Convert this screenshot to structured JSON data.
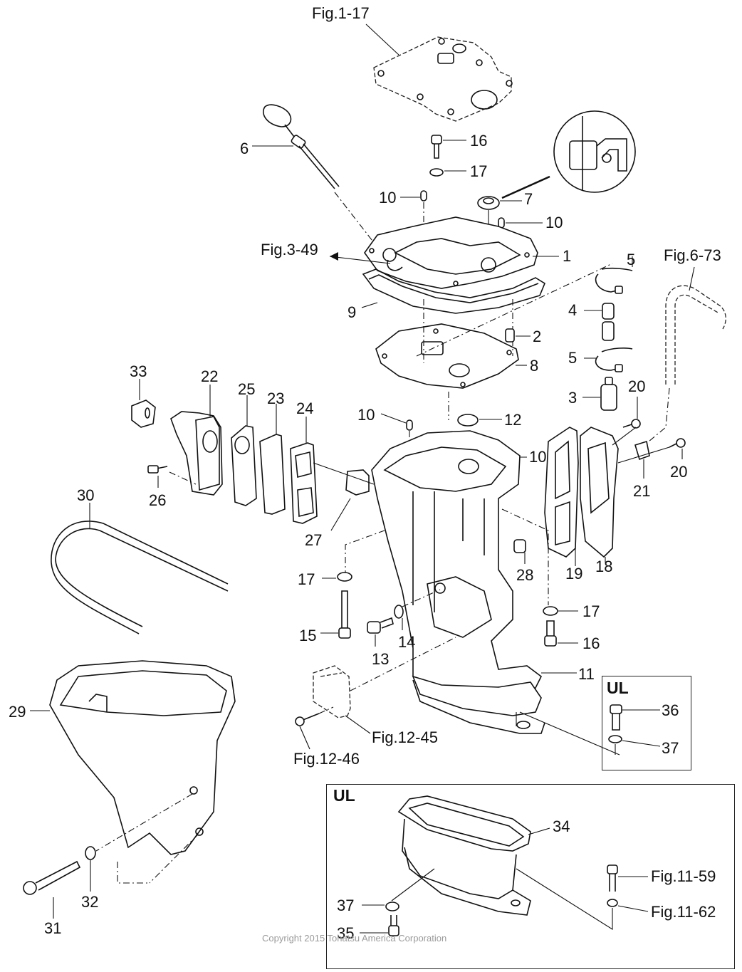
{
  "diagram": {
    "type": "exploded-parts-diagram",
    "subject": "Outboard motor drive shaft housing / lower cowling assembly",
    "copyright": "Copyright 2015 Tohatsu America Corporation",
    "figure_refs": [
      {
        "id": "fig-1-17",
        "label": "Fig.1-17"
      },
      {
        "id": "fig-3-49",
        "label": "Fig.3-49"
      },
      {
        "id": "fig-6-73",
        "label": "Fig.6-73"
      },
      {
        "id": "fig-12-45",
        "label": "Fig.12-45"
      },
      {
        "id": "fig-12-46",
        "label": "Fig.12-46"
      },
      {
        "id": "fig-11-59",
        "label": "Fig.11-59"
      },
      {
        "id": "fig-11-62",
        "label": "Fig.11-62"
      }
    ],
    "part_labels": [
      {
        "id": "p1",
        "label": "1"
      },
      {
        "id": "p2",
        "label": "2"
      },
      {
        "id": "p3",
        "label": "3"
      },
      {
        "id": "p4",
        "label": "4"
      },
      {
        "id": "p5a",
        "label": "5"
      },
      {
        "id": "p5b",
        "label": "5"
      },
      {
        "id": "p6",
        "label": "6"
      },
      {
        "id": "p7",
        "label": "7"
      },
      {
        "id": "p8",
        "label": "8"
      },
      {
        "id": "p9",
        "label": "9"
      },
      {
        "id": "p10a",
        "label": "10"
      },
      {
        "id": "p10b",
        "label": "10"
      },
      {
        "id": "p10c",
        "label": "10"
      },
      {
        "id": "p10d",
        "label": "10"
      },
      {
        "id": "p11",
        "label": "11"
      },
      {
        "id": "p12",
        "label": "12"
      },
      {
        "id": "p13",
        "label": "13"
      },
      {
        "id": "p14",
        "label": "14"
      },
      {
        "id": "p15",
        "label": "15"
      },
      {
        "id": "p16a",
        "label": "16"
      },
      {
        "id": "p16b",
        "label": "16"
      },
      {
        "id": "p17a",
        "label": "17"
      },
      {
        "id": "p17b",
        "label": "17"
      },
      {
        "id": "p17c",
        "label": "17"
      },
      {
        "id": "p18",
        "label": "18"
      },
      {
        "id": "p19",
        "label": "19"
      },
      {
        "id": "p20a",
        "label": "20"
      },
      {
        "id": "p20b",
        "label": "20"
      },
      {
        "id": "p21",
        "label": "21"
      },
      {
        "id": "p22",
        "label": "22"
      },
      {
        "id": "p23",
        "label": "23"
      },
      {
        "id": "p24",
        "label": "24"
      },
      {
        "id": "p25",
        "label": "25"
      },
      {
        "id": "p26",
        "label": "26"
      },
      {
        "id": "p27",
        "label": "27"
      },
      {
        "id": "p28",
        "label": "28"
      },
      {
        "id": "p29",
        "label": "29"
      },
      {
        "id": "p30",
        "label": "30"
      },
      {
        "id": "p31",
        "label": "31"
      },
      {
        "id": "p32",
        "label": "32"
      },
      {
        "id": "p33",
        "label": "33"
      }
    ],
    "inset_small": {
      "title": "UL",
      "labels": [
        {
          "id": "p36",
          "label": "36"
        },
        {
          "id": "p37",
          "label": "37"
        }
      ]
    },
    "inset_large": {
      "title": "UL",
      "labels": [
        {
          "id": "p34",
          "label": "34"
        },
        {
          "id": "p37",
          "label": "37"
        },
        {
          "id": "p35",
          "label": "35"
        }
      ]
    }
  }
}
